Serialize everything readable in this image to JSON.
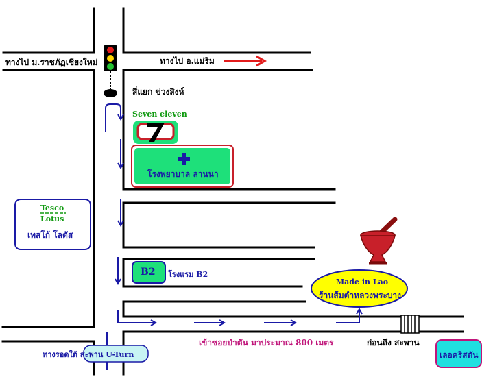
{
  "labels": {
    "to_rajabhat": "ทางไป ม.ราชภัฏเชียงใหม่",
    "to_maerim": "ทางไป อ.แม่ริม",
    "intersection": "สี่แยก ข่วงสิงห์",
    "seven_eleven": "Seven eleven",
    "seven_logo": "7",
    "hospital": "โรงพยาบาล ลานนา",
    "tesco_1": "Tesco",
    "tesco_2": "Lotus",
    "tesco_thai": "เทสโก้ โลตัส",
    "b2_badge": "B2",
    "b2_hotel": "โรงแรม B2",
    "made_in_lao": "Made in Lao",
    "shop_name": "ร้านส้มตำหลวงพระบาง",
    "before_bridge": "ก่อนถึง สะพาน",
    "alley": "เข้าซอยป่าตัน มาประมาณ 800 เมตร",
    "uturn": "ทางรอดใต้ สะพาน U-Turn",
    "lotus_right": "เลอคริสตัน"
  },
  "colors": {
    "road": "#000000",
    "route_arrow": "#1a1aa6",
    "direction_arrow": "#e31b1b",
    "sign_green": "#1ee07a",
    "sign_red": "#c8202a",
    "ellipse_fill": "#ffff00",
    "tesco_border": "#1a1aa6",
    "uturn_fill": "#c8f4f4",
    "right_box_fill": "#1fe0e0",
    "right_box_border": "#c0157a"
  },
  "icons": [
    "traffic-light-icon",
    "red-arrow-right-icon",
    "seven-eleven-logo",
    "hospital-cross-icon",
    "mortar-pestle-icon",
    "bridge-icon"
  ]
}
